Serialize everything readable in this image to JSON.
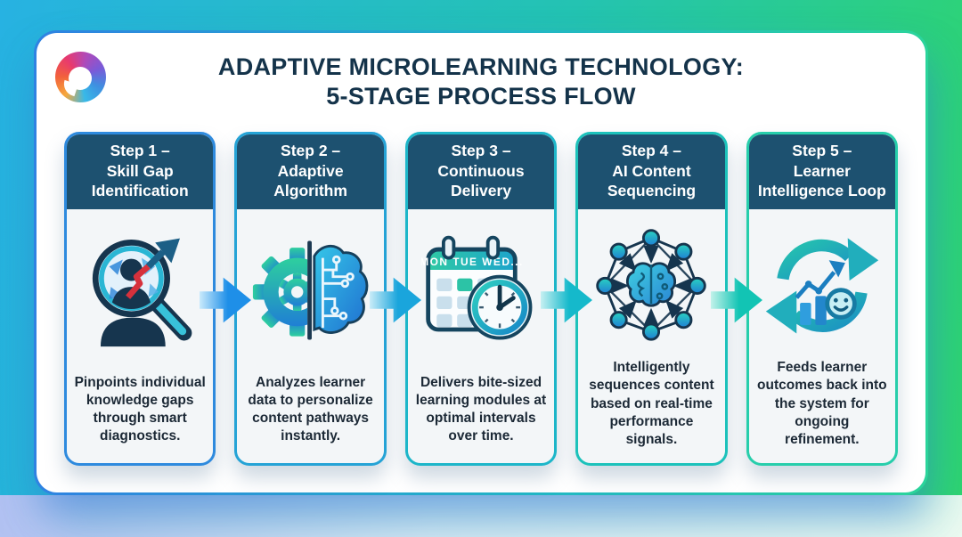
{
  "header": {
    "title_line1": "ADAPTIVE MICROLEARNING TECHNOLOGY:",
    "title_line2": "5-STAGE PROCESS FLOW",
    "logo": "multicolor-swirl-logo"
  },
  "steps": [
    {
      "title": "Step 1 –\nSkill Gap\nIdentification",
      "description": "Pinpoints individual knowledge gaps through smart diagnostics.",
      "icon": "magnifier-person-trend-icon",
      "border_color": "#2e8ade"
    },
    {
      "title": "Step 2 –\nAdaptive\nAlgorithm",
      "description": "Analyzes learner data to personalize content pathways instantly.",
      "icon": "gear-brain-circuit-icon",
      "border_color": "#25a3d6"
    },
    {
      "title": "Step 3 –\nContinuous\nDelivery",
      "description": "Delivers bite-sized learning modules at optimal intervals over time.",
      "icon": "calendar-clock-icon",
      "icon_label": "MON TUE WED...",
      "border_color": "#1db6c9"
    },
    {
      "title": "Step 4 –\nAI Content\nSequencing",
      "description": "Intelligently sequences content based on real-time performance signals.",
      "icon": "network-nodes-brain-icon",
      "border_color": "#1cc2bb"
    },
    {
      "title": "Step 5 –\nLearner\nIntelligence Loop",
      "description": "Feeds learner outcomes back into the system for ongoing refinement.",
      "icon": "loop-arrows-growth-smiley-icon",
      "border_color": "#27ceab"
    }
  ],
  "flow_arrows": [
    {
      "color": "#1e8fe8"
    },
    {
      "color": "#1aa5dc"
    },
    {
      "color": "#15b9cb"
    },
    {
      "color": "#12c4b4"
    }
  ],
  "colors": {
    "background_gradient_left": "#27b2e2",
    "background_gradient_right": "#2fd56e",
    "bottom_strip_left": "#b2c2f2",
    "bottom_strip_right": "#eefbf2",
    "panel_border_left": "#2f82e2",
    "panel_border_right": "#2bd49b",
    "card_header_bg": "#1d5170",
    "title_text": "#14334a",
    "description_text": "#1c2936"
  }
}
